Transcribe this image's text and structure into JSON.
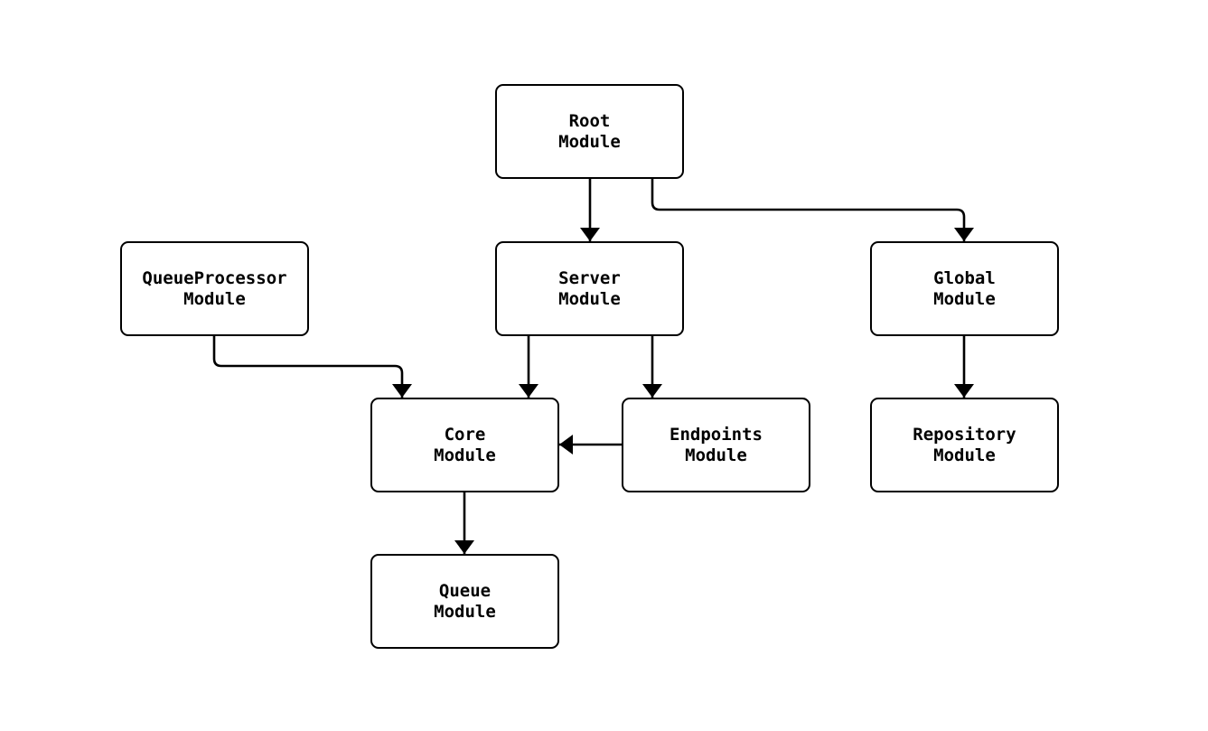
{
  "diagram": {
    "type": "flowchart",
    "colors": {
      "background": "#ffffff",
      "node_fill": "#ffffff",
      "node_border": "#000000",
      "edge": "#000000",
      "text": "#000000"
    },
    "nodes": [
      {
        "id": "root-module",
        "label": "Root\nModule"
      },
      {
        "id": "queueprocessor-module",
        "label": "QueueProcessor\nModule"
      },
      {
        "id": "server-module",
        "label": "Server\nModule"
      },
      {
        "id": "global-module",
        "label": "Global\nModule"
      },
      {
        "id": "core-module",
        "label": "Core\nModule"
      },
      {
        "id": "endpoints-module",
        "label": "Endpoints\nModule"
      },
      {
        "id": "repository-module",
        "label": "Repository\nModule"
      },
      {
        "id": "queue-module",
        "label": "Queue\nModule"
      }
    ],
    "edges": [
      {
        "from": "root-module",
        "to": "server-module"
      },
      {
        "from": "root-module",
        "to": "global-module"
      },
      {
        "from": "queueprocessor-module",
        "to": "core-module"
      },
      {
        "from": "server-module",
        "to": "core-module"
      },
      {
        "from": "server-module",
        "to": "endpoints-module"
      },
      {
        "from": "endpoints-module",
        "to": "core-module"
      },
      {
        "from": "global-module",
        "to": "repository-module"
      },
      {
        "from": "core-module",
        "to": "queue-module"
      }
    ]
  }
}
